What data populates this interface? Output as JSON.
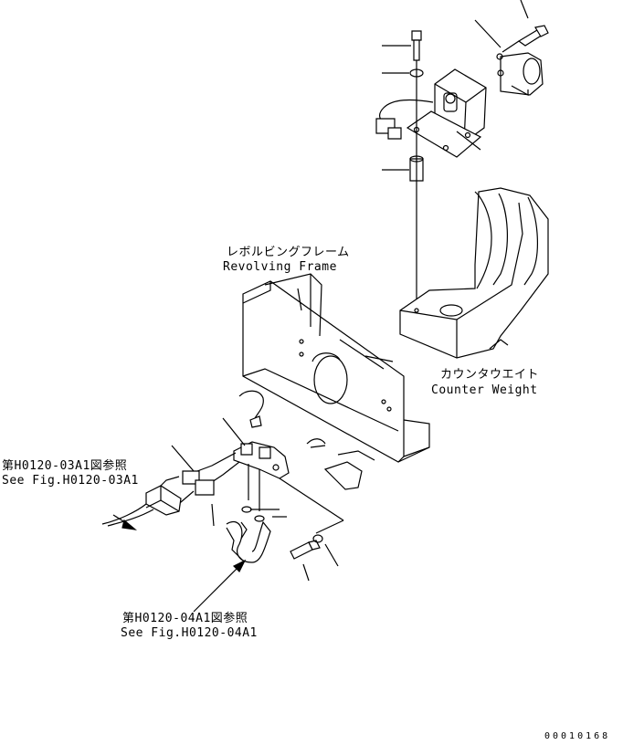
{
  "labels": {
    "revolving_frame_jp": "レボルビングフレーム",
    "revolving_frame_en": "Revolving Frame",
    "counterweight_jp": "カウンタウエイト",
    "counterweight_en": "Counter Weight",
    "ref_03a1_jp": "第H0120-03A1図参照",
    "ref_03a1_en": "See Fig.H0120-03A1",
    "ref_04a1_jp": "第H0120-04A1図参照",
    "ref_04a1_en": "See Fig.H0120-04A1",
    "drawing_code": "00010168"
  }
}
